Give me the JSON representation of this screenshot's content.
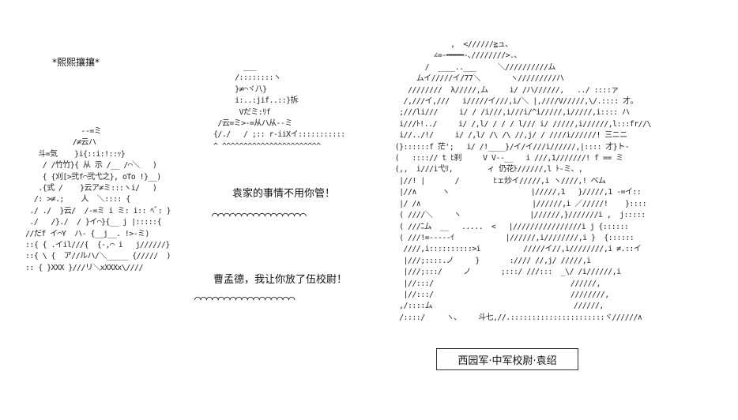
{
  "header": {
    "title": "*熙熙攘攘*"
  },
  "art": {
    "left_figures": "             -‐=ミ\n           /≠云ハ\n   斗=気    }i{::i:!::ｯ}\n    / /竹竹}{ 从 示 /__ /⌒＼   )\n    { {刈[>弐f⌒弐弋之}, oTo !}__)\n   .{式 /    }云ア≠ミ:::ヽi/   )\n  /: >≠.;    人  ＼:::: {\n ./ ./  }云/  /‐=ミ i ミ: i:: ﾍﾞ: }\n ./   /}./  / }イ⌒}{__ j |:::::{\n//だf イ⌒Y  ハ- {__j__. !>-ミ)\n::{ { .イil///{  {-,⌒ i   j//////}\n::{ \\ {  ア//ルハ/＼_____ {/////  )\n:: { }XXX }///リ＼xXXXx\\////",
    "middle_figure": "       ___\n     /::::::::ヽ\n     }≠⌒ヾ八}\n     i:..:jif..::}拆\n      Vだミ:ﾘf\n /云=ミ>‐=从ハ从‐-ミ\n{/./   / ;:: r‐iiXイ:::::::::::\n^ ^^^^^^^^^^^^^^^^^^^^^^^",
    "speech_top_border": "⌒⌒⌒⌒⌒⌒⌒⌒⌒⌒⌒⌒⌒⌒⌒⌒",
    "speech_bottom_border": "⌒⌒⌒⌒⌒⌒⌒⌒⌒⌒⌒⌒⌒⌒⌒⌒⌒",
    "right_figure": "                 ,  <//////≧ュ、\n             ∠=-━━━━-､////////>.、\n           /  ____..___     ＼//////////ム\n         ムイ/////イ/77＼       ヽ/////////ハ\n       ////////  λ/////,ム     i/ /ハ//////,   ../ ::::ァ\n      /,///イ,///   i/////イ///,i/＼ |,////V/////,\\/.:::: 才。\n     ;///li///     i/ / /i///,i///i/^i/////,i/////,i:::: ハ\n     i///ﾄ!../     i/ /,l/ / / / l/// i/ /////,i//////,l:::fr//\\\n     i//../!/     i/ /,l/ /\\ /\\ //,j/ / ////i//////! 三ニニ\n    (}::::::f 茫';   i/ /!____}/イ/イ///i//////,|:::: 才}ト‐\n    (   ::::// t ﾋ刹     V V-‐__   i ///,1///////! f == ミ\n    (,,  i///i弋ﾘ,        ィ 仍花ﾄ//////,l ﾄ-ミ、,\n     |//! |       /        ﾋェ炒イ/////,i ヽ////,! ベム\n     |//∧      ヽ                   |/////,1   }/////,1 ‐=イ::\n     |/ /∧                          |//////,i ／/////!    }::::\n     ( ////＼     ヽ                |//////,}///////i ,  j:::::\n     ( ///ﾆム  __   .....  <   |////////////////i j {::::::\n     ( ///!=‐---‐ｲ            |//////,i////////,i }  {::::::\n      ////,i::::::::::>i          /////イ//,i////////,i ≠.::イ\n      |///;::::.ノ     }       ://// //,j/ /////,i\n      |///;:::/     ノ       ;:::/ ///:::  _\\/ /i//////,i\n      |//:::/                                //////,\n      |//:::/                                ////////,\n     ,/::::ム                                 //////,\n     /::::/     ヽ、    斗七,//.::::::::::::::::::::::ヾ//////∧"
  },
  "dialogue": {
    "line1": "袁家的事情不用你管！",
    "line2": "曹孟德，我让你放了伍校尉！"
  },
  "caption": {
    "name": "西园军·中军校尉·袁绍"
  }
}
